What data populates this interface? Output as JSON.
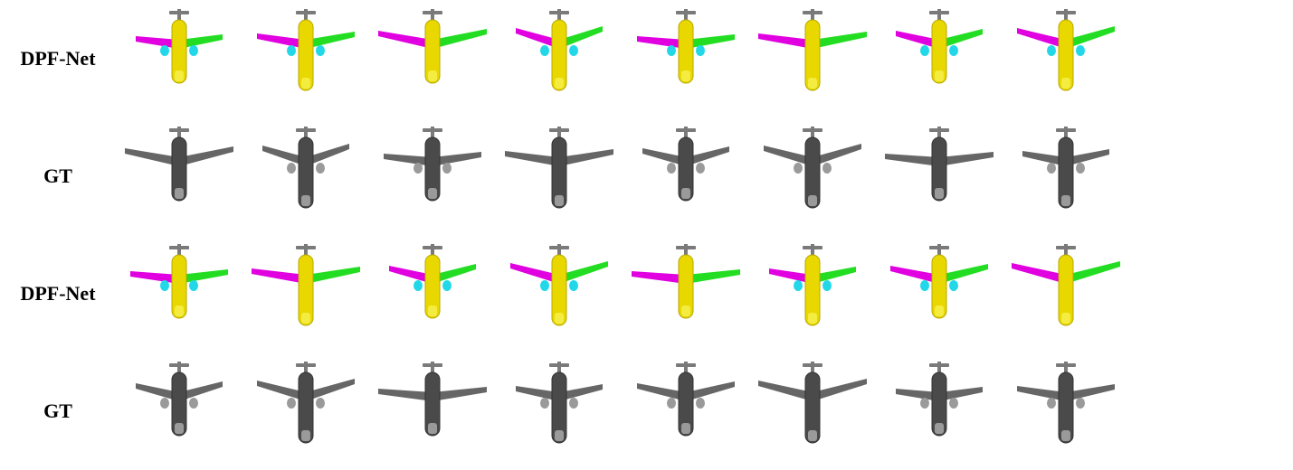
{
  "figure": {
    "rows": [
      {
        "label": "DPF-Net",
        "kind": "segmented",
        "count": 8
      },
      {
        "label": "GT",
        "kind": "ground-truth",
        "count": 8
      },
      {
        "label": "DPF-Net",
        "kind": "segmented",
        "count": 8
      },
      {
        "label": "GT",
        "kind": "ground-truth",
        "count": 8
      }
    ],
    "colors": {
      "fuselage": "#e8d800",
      "left_wing": "#e000e0",
      "right_wing": "#22dd22",
      "engine": "#22d8e8",
      "tail": "#7a7a7a",
      "gt_body": "#4a4a4a",
      "gt_wing": "#666666",
      "gt_highlight": "#9a9a9a"
    }
  }
}
